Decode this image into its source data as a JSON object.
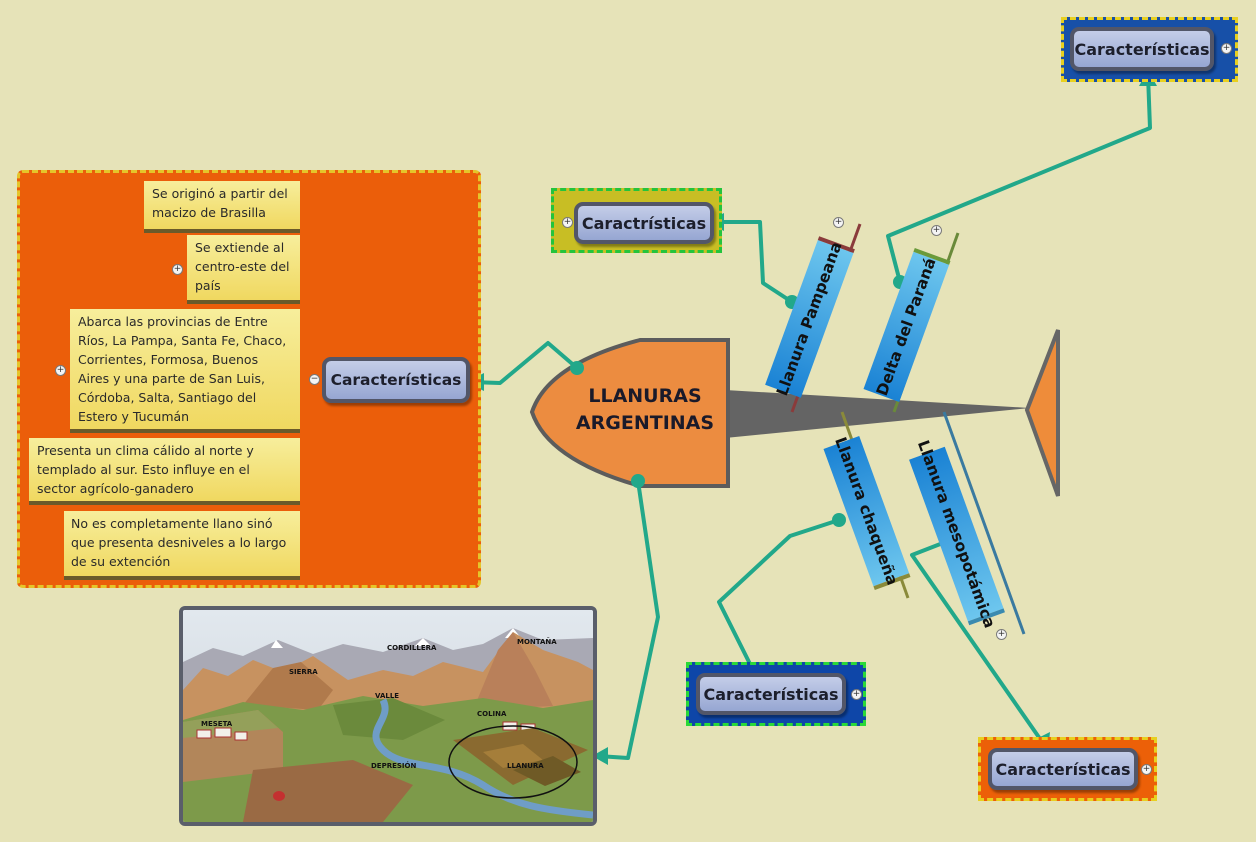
{
  "main_topic": {
    "line1": "LLANURAS",
    "line2": "ARGENTINAS"
  },
  "branches": [
    {
      "label": "Llanura Pampeana"
    },
    {
      "label": "Delta del Paraná"
    },
    {
      "label": "Llanura chaqueña"
    },
    {
      "label": "Llanura mesopotámica"
    }
  ],
  "nodes": {
    "left": "Características",
    "pampeana": "Caractrísticas",
    "delta": "Características",
    "chaco": "Características",
    "meso": "Características"
  },
  "notes": [
    "Se originó a partir del macizo de Brasilla",
    "Se extiende al centro-este del país",
    "Abarca las provincias de Entre Ríos, La Pampa, Santa Fe, Chaco, Corrientes, Formosa, Buenos Aires y una parte de San Luis, Córdoba, Salta, Santiago del Estero y Tucumán",
    "Presenta un clima cálido al norte y templado al sur. Esto influye en el sector agrícolo-ganadero",
    "No es completamente llano sinó que presenta desniveles a lo largo de su extención"
  ],
  "image_labels": {
    "cordillera": "CORDILLERA",
    "montana": "MONTAÑA",
    "sierra": "SIERRA",
    "valle": "VALLE",
    "meseta": "MESETA",
    "colina": "COLINA",
    "depresion": "DEPRESIÓN",
    "llanura": "LLANURA"
  },
  "expand_glyph": "+",
  "collapse_glyph": "−",
  "colors": {
    "background": "#e6e3b8",
    "connector": "#22a88a",
    "panel": "#eb5e0a",
    "head": "#ec8c40",
    "node": "#a6b2d9"
  }
}
